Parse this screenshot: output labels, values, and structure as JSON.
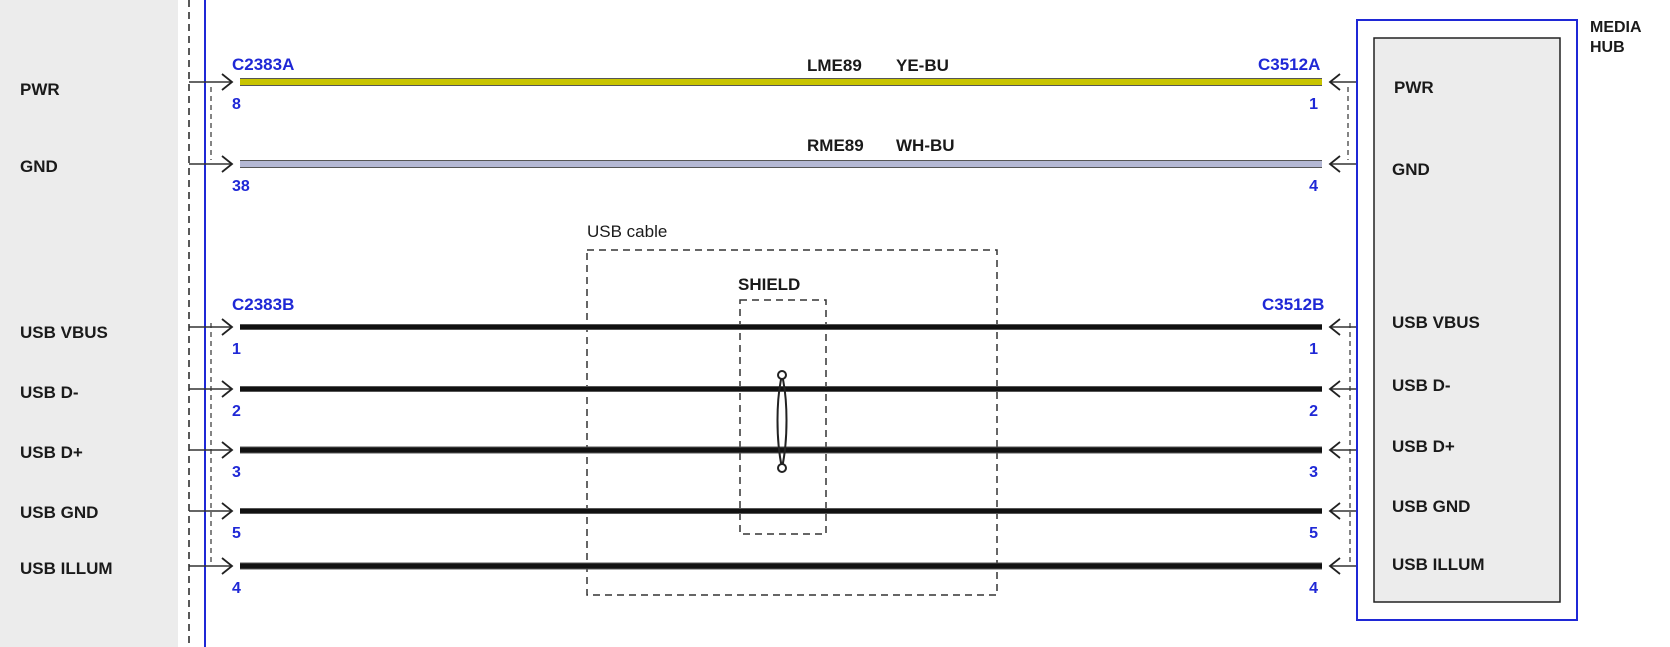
{
  "left_labels": [
    "PWR",
    "GND",
    "USB VBUS",
    "USB D-",
    "USB D+",
    "USB GND",
    "USB ILLUM"
  ],
  "right_labels": [
    "PWR",
    "GND",
    "USB VBUS",
    "USB D-",
    "USB D+",
    "USB GND",
    "USB ILLUM"
  ],
  "connectors": {
    "left_top": "C2383A",
    "right_top": "C3512A",
    "left_bottom": "C2383B",
    "right_bottom": "C3512B"
  },
  "wires": [
    {
      "circuit": "LME89",
      "color_code": "YE-BU",
      "left_pin": "8",
      "right_pin": "1",
      "color": "#c8c400"
    },
    {
      "circuit": "RME89",
      "color_code": "WH-BU",
      "left_pin": "38",
      "right_pin": "4",
      "color": "#b4b8d4"
    },
    {
      "circuit": "",
      "color_code": "",
      "left_pin": "1",
      "right_pin": "1",
      "color": "#111111"
    },
    {
      "circuit": "",
      "color_code": "",
      "left_pin": "2",
      "right_pin": "2",
      "color": "#111111"
    },
    {
      "circuit": "",
      "color_code": "",
      "left_pin": "3",
      "right_pin": "3",
      "color": "#111111"
    },
    {
      "circuit": "",
      "color_code": "",
      "left_pin": "5",
      "right_pin": "5",
      "color": "#111111"
    },
    {
      "circuit": "",
      "color_code": "",
      "left_pin": "4",
      "right_pin": "4",
      "color": "#111111"
    }
  ],
  "usb_cable_label": "USB cable",
  "shield_label": "SHIELD",
  "hub_label_line1": "MEDIA",
  "hub_label_line2": "HUB",
  "colors": {
    "border_blue": "#1f28d6",
    "hub_fill": "#ececec",
    "left_panel_fill": "#ececec"
  }
}
